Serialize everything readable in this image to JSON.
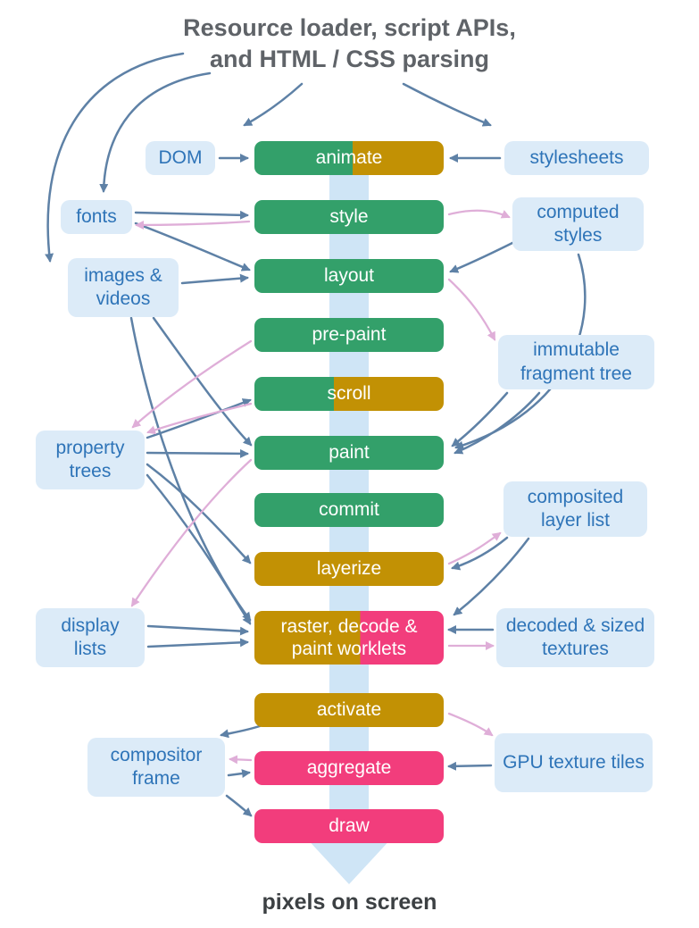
{
  "title": {
    "line1": "Resource loader, script APIs,",
    "line2": "and HTML / CSS parsing"
  },
  "footer": {
    "label": "pixels on screen"
  },
  "colors": {
    "green": "#33a06a",
    "gold": "#c29104",
    "pink": "#f23d7c",
    "side-box-bg": "#dcebf8",
    "side-box-text": "#2e74b8",
    "arrow-blue": "#5e81a6",
    "arrow-pink": "#dfaed8",
    "flow-arrow": "#cfe5f6",
    "title-text": "#5f6368",
    "footer-text": "#3c4043"
  },
  "pipeline": {
    "stages": [
      {
        "label": "animate",
        "color": "green-gold"
      },
      {
        "label": "style",
        "color": "green"
      },
      {
        "label": "layout",
        "color": "green"
      },
      {
        "label": "pre-paint",
        "color": "green"
      },
      {
        "label": "scroll",
        "color": "green-gold"
      },
      {
        "label": "paint",
        "color": "green"
      },
      {
        "label": "commit",
        "color": "green"
      },
      {
        "label": "layerize",
        "color": "gold"
      },
      {
        "label": "raster, decode & paint worklets",
        "color": "gold-pink"
      },
      {
        "label": "activate",
        "color": "gold"
      },
      {
        "label": "aggregate",
        "color": "pink"
      },
      {
        "label": "draw",
        "color": "pink"
      }
    ]
  },
  "left_boxes": [
    {
      "label": "DOM"
    },
    {
      "label": "fonts"
    },
    {
      "label": "images & videos"
    },
    {
      "label": "property trees"
    },
    {
      "label": "display lists"
    },
    {
      "label": "compositor frame"
    }
  ],
  "right_boxes": [
    {
      "label": "stylesheets"
    },
    {
      "label": "computed styles"
    },
    {
      "label": "immutable fragment tree"
    },
    {
      "label": "composited layer list"
    },
    {
      "label": "decoded & sized textures"
    },
    {
      "label": "GPU texture tiles"
    }
  ]
}
